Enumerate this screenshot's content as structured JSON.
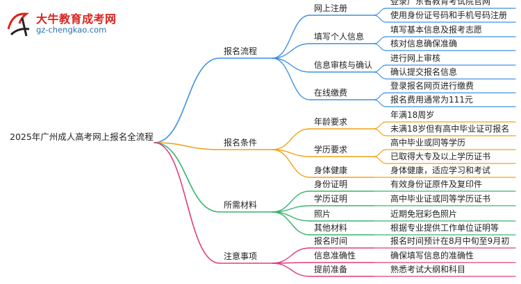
{
  "brand": {
    "name": "大牛教育成考网",
    "url": "gz-chengkao.com",
    "mark_text": "大牛"
  },
  "root": "2025年广州成人高考网上报名全流程",
  "colors": {
    "blue": "#3c8fe6",
    "orange": "#f0a216",
    "green": "#36b36b",
    "pink": "#e23a7c"
  },
  "branches": [
    {
      "label": "报名流程",
      "color": "blue",
      "children": [
        {
          "label": "网上注册",
          "leaves": [
            "登录广东省教育考试院官网",
            "使用身份证号码和手机号码注册"
          ]
        },
        {
          "label": "填写个人信息",
          "leaves": [
            "填写基本信息及报考志愿",
            "核对信息确保准确"
          ]
        },
        {
          "label": "信息审核与确认",
          "leaves": [
            "进行网上审核",
            "确认提交报名信息"
          ]
        },
        {
          "label": "在线缴费",
          "leaves": [
            "登录报名网页进行缴费",
            "报名费用通常为111元"
          ]
        }
      ]
    },
    {
      "label": "报名条件",
      "color": "orange",
      "children": [
        {
          "label": "年龄要求",
          "leaves": [
            "年满18周岁",
            "未满18岁但有高中毕业证可报名"
          ]
        },
        {
          "label": "学历要求",
          "leaves": [
            "高中毕业或同等学历",
            "已取得大专及以上学历证书"
          ]
        },
        {
          "label": "身体健康",
          "leaves": [
            "身体健康，适应学习和考试"
          ]
        }
      ]
    },
    {
      "label": "所需材料",
      "color": "green",
      "children": [
        {
          "label": "身份证明",
          "leaves": [
            "有效身份证原件及复印件"
          ]
        },
        {
          "label": "学历证明",
          "leaves": [
            "高中毕业证或同等学历证书"
          ]
        },
        {
          "label": "照片",
          "leaves": [
            "近期免冠彩色照片"
          ]
        },
        {
          "label": "其他材料",
          "leaves": [
            "根据专业提供工作单位证明等"
          ]
        }
      ]
    },
    {
      "label": "注意事项",
      "color": "pink",
      "children": [
        {
          "label": "报名时间",
          "leaves": [
            "报名时间预计在8月中旬至9月初"
          ]
        },
        {
          "label": "信息准确性",
          "leaves": [
            "确保填写信息的准确性"
          ]
        },
        {
          "label": "提前准备",
          "leaves": [
            "熟悉考试大纲和科目"
          ]
        }
      ]
    }
  ]
}
